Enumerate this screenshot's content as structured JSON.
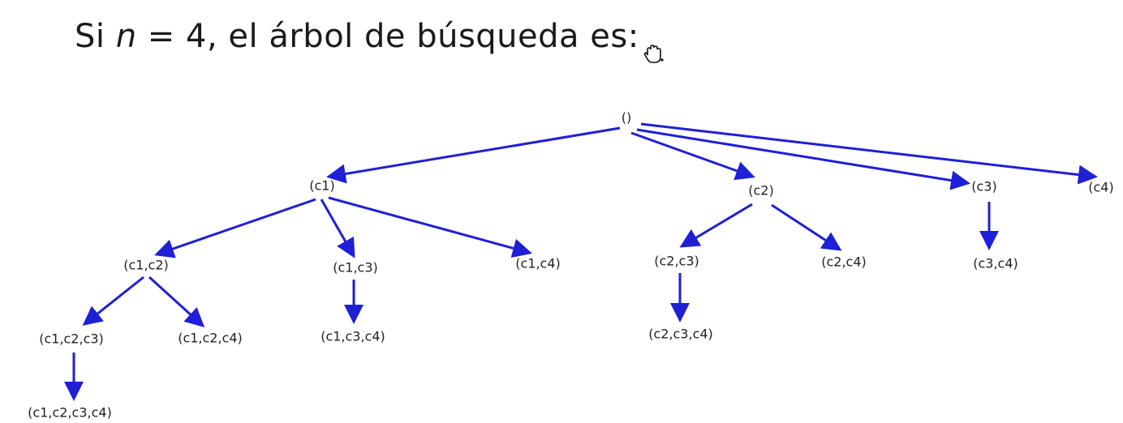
{
  "heading": {
    "prefix": "Si ",
    "variable": "n",
    "suffix": " = 4, el árbol de búsqueda es:"
  },
  "colors": {
    "edge": "#1f1fd6",
    "text": "#222222",
    "background": "#ffffff"
  },
  "icons": {
    "cursor": "hand-cursor-icon"
  },
  "tree": {
    "nodes": [
      {
        "id": "root",
        "label": "()"
      },
      {
        "id": "c1",
        "label": "(c1)"
      },
      {
        "id": "c2",
        "label": "(c2)"
      },
      {
        "id": "c3",
        "label": "(c3)"
      },
      {
        "id": "c4",
        "label": "(c4)"
      },
      {
        "id": "c1c2",
        "label": "(c1,c2)"
      },
      {
        "id": "c1c3",
        "label": "(c1,c3)"
      },
      {
        "id": "c1c4",
        "label": "(c1,c4)"
      },
      {
        "id": "c2c3",
        "label": "(c2,c3)"
      },
      {
        "id": "c2c4",
        "label": "(c2,c4)"
      },
      {
        "id": "c3c4",
        "label": "(c3,c4)"
      },
      {
        "id": "c1c2c3",
        "label": "(c1,c2,c3)"
      },
      {
        "id": "c1c2c4",
        "label": "(c1,c2,c4)"
      },
      {
        "id": "c1c3c4",
        "label": "(c1,c3,c4)"
      },
      {
        "id": "c2c3c4",
        "label": "(c2,c3,c4)"
      },
      {
        "id": "c1c2c3c4",
        "label": "(c1,c2,c3,c4)"
      }
    ],
    "edges": [
      {
        "from": "root",
        "to": "c1"
      },
      {
        "from": "root",
        "to": "c2"
      },
      {
        "from": "root",
        "to": "c3"
      },
      {
        "from": "root",
        "to": "c4"
      },
      {
        "from": "c1",
        "to": "c1c2"
      },
      {
        "from": "c1",
        "to": "c1c3"
      },
      {
        "from": "c1",
        "to": "c1c4"
      },
      {
        "from": "c2",
        "to": "c2c3"
      },
      {
        "from": "c2",
        "to": "c2c4"
      },
      {
        "from": "c3",
        "to": "c3c4"
      },
      {
        "from": "c1c2",
        "to": "c1c2c3"
      },
      {
        "from": "c1c2",
        "to": "c1c2c4"
      },
      {
        "from": "c1c3",
        "to": "c1c3c4"
      },
      {
        "from": "c2c3",
        "to": "c2c3c4"
      },
      {
        "from": "c1c2c3",
        "to": "c1c2c3c4"
      }
    ]
  }
}
